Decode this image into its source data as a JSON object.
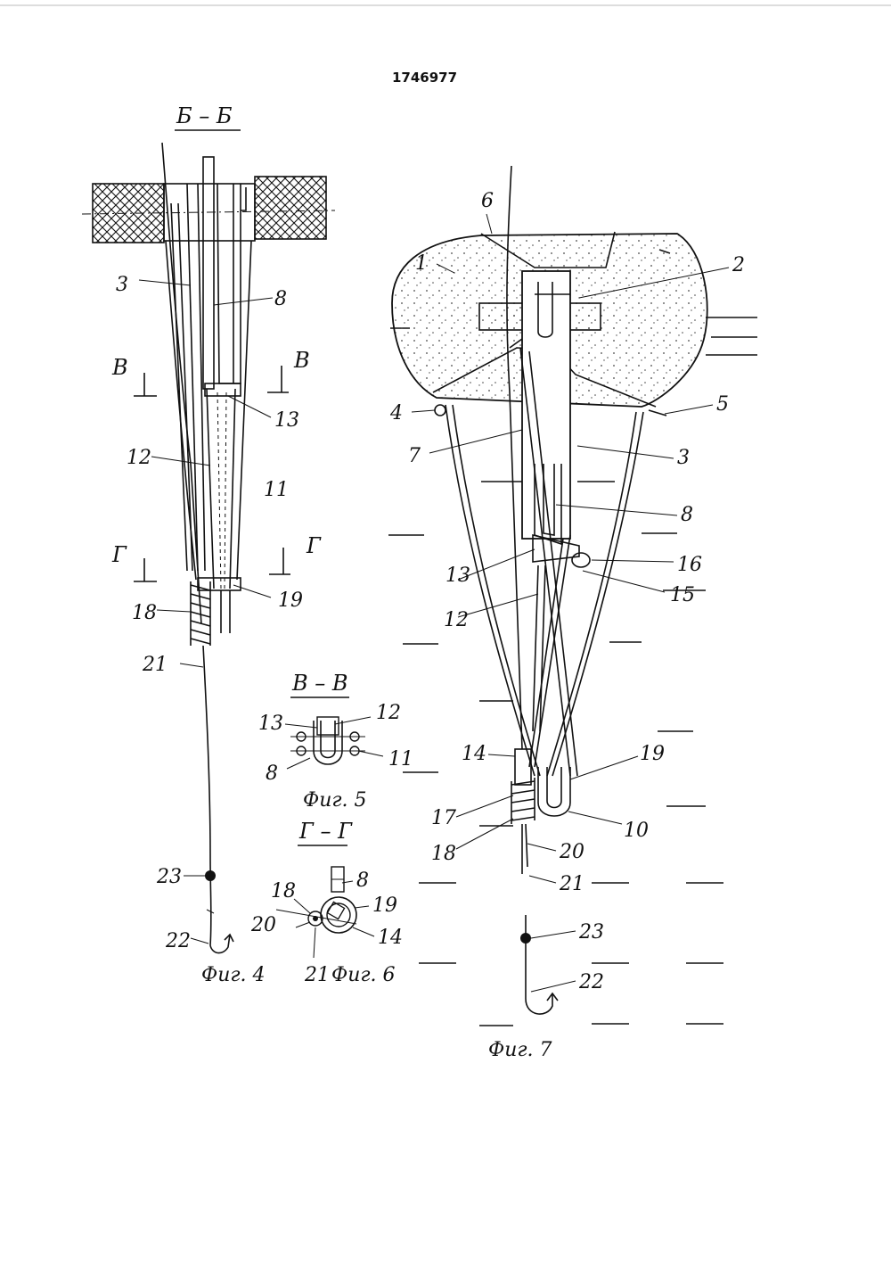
{
  "document": {
    "number": "1746977"
  },
  "fig4": {
    "section_label": "Б – Б",
    "caption": "Фиг. 4",
    "cut_marks": {
      "v_left": "В",
      "v_right": "В",
      "g_left": "Г",
      "g_right": "Г"
    },
    "labels": {
      "l3": "3",
      "l8": "8",
      "l13": "13",
      "l12": "12",
      "l11": "11",
      "l18": "18",
      "l19": "19",
      "l21": "21",
      "l23": "23",
      "l22": "22"
    }
  },
  "fig5": {
    "section_label": "В – В",
    "caption": "Фиг. 5",
    "labels": {
      "l13": "13",
      "l12": "12",
      "l8": "8",
      "l11": "11"
    }
  },
  "fig6": {
    "section_label": "Г – Г",
    "caption": "Фиг. 6",
    "labels": {
      "l8": "8",
      "l18": "18",
      "l19": "19",
      "l20": "20",
      "l14": "14",
      "l21": "21"
    }
  },
  "fig7": {
    "caption": "Фиг. 7",
    "labels": {
      "l1": "1",
      "l6": "6",
      "l2": "2",
      "l4": "4",
      "l5": "5",
      "l7": "7",
      "l3": "3",
      "l8": "8",
      "l16": "16",
      "l13": "13",
      "l15": "15",
      "l12": "12",
      "l14": "14",
      "l19": "19",
      "l17": "17",
      "l10": "10",
      "l18": "18",
      "l20": "20",
      "l21": "21",
      "l23": "23",
      "l22": "22"
    }
  }
}
